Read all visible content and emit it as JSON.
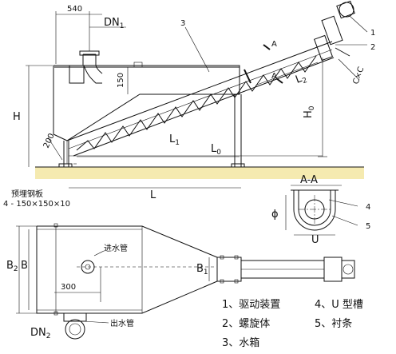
{
  "top_view": {
    "dim_540": "540",
    "dn1": "DN",
    "dn1_sub": "1",
    "callout_1": "1",
    "callout_2": "2",
    "callout_3": "3",
    "section_A_top": "A",
    "section_A_bottom": "A",
    "dim_150": "150",
    "dim_200": "200",
    "H": "H",
    "H0": "H",
    "H0_sub": "0",
    "L": "L",
    "L0": "L",
    "L0_sub": "0",
    "L1": "L",
    "L1_sub": "1",
    "L2": "L",
    "L2_sub": "2",
    "CxC": "C×C",
    "embed_plate_label": "预埋钢板",
    "embed_plate_dims": "4 - 150×150×10"
  },
  "section_view": {
    "title": "A-A",
    "phi": "ϕ",
    "U": "U",
    "callout_4": "4",
    "callout_5": "5"
  },
  "plan_view": {
    "B2": "B",
    "B2_sub": "2",
    "B": "B",
    "B1": "B",
    "B1_sub": "1",
    "dim_300": "300",
    "inlet_pipe": "进水管",
    "outlet_pipe": "出水管",
    "dn2": "DN",
    "dn2_sub": "2"
  },
  "legend": {
    "items": [
      "1、驱动装置",
      "2、螺旋体",
      "3、水箱",
      "4、U 型槽",
      "5、衬条"
    ]
  }
}
